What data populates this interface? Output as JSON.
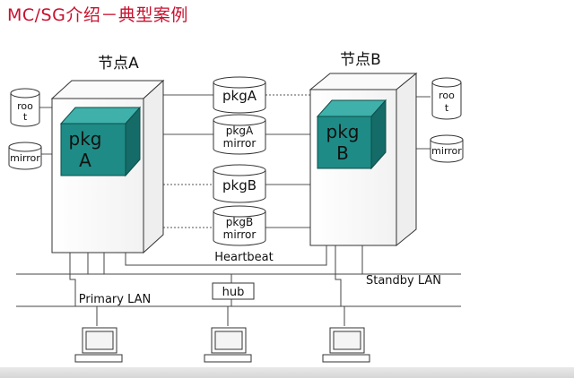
{
  "title": "MC/SG介绍－典型案例",
  "node_a": {
    "label": "节点A",
    "pkg_line1": "pkg",
    "pkg_line2": "A"
  },
  "node_b": {
    "label": "节点B",
    "pkg_line1": "pkg",
    "pkg_line2": "B"
  },
  "disks": {
    "root_a_line1": "roo",
    "root_a_line2": "t",
    "mirror_a": "mirror",
    "root_b_line1": "roo",
    "root_b_line2": "t",
    "mirror_b": "mirror",
    "pkga": "pkgA",
    "pkga_mirror_line1": "pkgA",
    "pkga_mirror_line2": "mirror",
    "pkgb": "pkgB",
    "pkgb_mirror_line1": "pkgB",
    "pkgb_mirror_line2": "mirror"
  },
  "network": {
    "heartbeat": "Heartbeat",
    "standby_lan": "Standby LAN",
    "primary_lan": "Primary LAN",
    "hub": "hub"
  },
  "colors": {
    "title": "#c8102e",
    "cube_front": "#1e8b86",
    "cube_top": "#3fb0aa",
    "cube_side": "#146b67",
    "line": "#333333"
  }
}
